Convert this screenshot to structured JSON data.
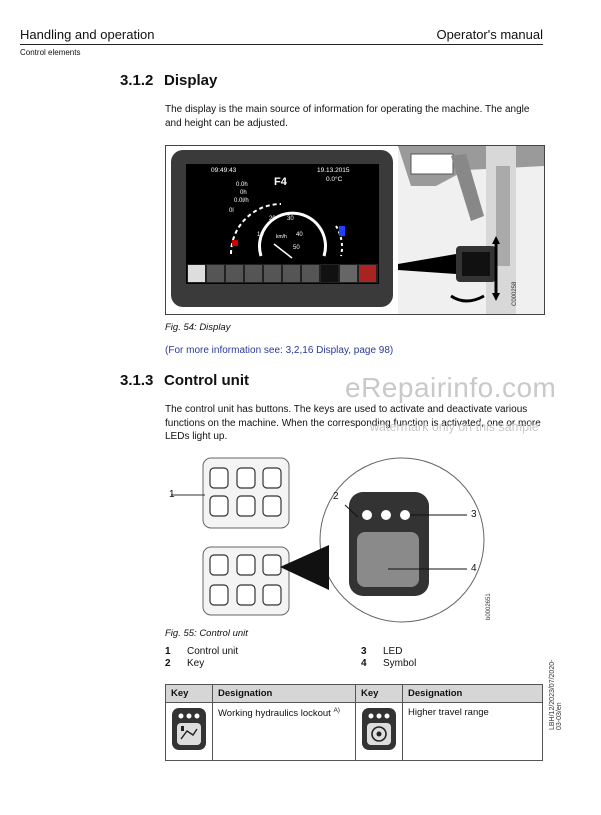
{
  "header": {
    "left": "Handling and operation",
    "right": "Operator's manual",
    "sub": "Control elements"
  },
  "section1": {
    "number": "3.1.2",
    "title": "Display",
    "body": "The display is the main source of information for operating the machine. The angle and height can be adjusted.",
    "figure": {
      "time": "09:49:43",
      "date": "19.13.2015",
      "gear": "F4",
      "temp": "0.0°C",
      "readout1": "0.0h",
      "readout2": "0h",
      "readout3": "0.0l/h",
      "speed_unit": "km/h",
      "speed_ticks": [
        "10",
        "20",
        "30",
        "40",
        "50"
      ],
      "left_gauge_label": "0l",
      "code": "C000258"
    },
    "caption": "Fig. 54: Display",
    "more_info": "(For more information see: 3,2,16 Display, page 98)"
  },
  "section2": {
    "number": "3.1.3",
    "title": "Control unit",
    "body": "The control unit has buttons. The keys are used to activate and deactivate various functions on the machine. When the corresponding function is activated, one or more LEDs light up.",
    "figure": {
      "code": "b0002651",
      "callouts": [
        "1",
        "2",
        "3",
        "4"
      ]
    },
    "caption": "Fig. 55: Control unit",
    "legend": [
      {
        "num": "1",
        "text": "Control unit"
      },
      {
        "num": "2",
        "text": "Key"
      },
      {
        "num": "3",
        "text": "LED"
      },
      {
        "num": "4",
        "text": "Symbol"
      }
    ]
  },
  "table": {
    "headers": [
      "Key",
      "Designation",
      "Key",
      "Designation"
    ],
    "row1_left": "Working hydraulics lockout",
    "row1_left_sup": "A)",
    "row1_right": "Higher travel range"
  },
  "watermark": {
    "main": "eRepairinfo.com",
    "sub": "watermark only on this sample"
  },
  "side_code": "LBH/12/2023/07/2020-03-03/en"
}
